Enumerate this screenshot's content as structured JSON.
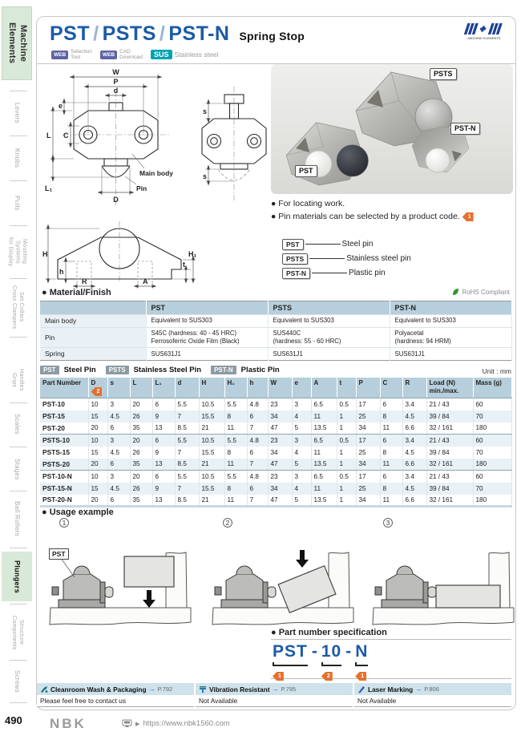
{
  "header": {
    "title_parts": [
      "PST",
      "PSTS",
      "PST-N"
    ],
    "separator": "/",
    "subtitle": "Spring Stop",
    "tools": [
      {
        "badge": "WEB",
        "label": "Selection\nTool"
      },
      {
        "badge": "WEB",
        "label": "CAD\nDownload"
      },
      {
        "badge": "SUS",
        "label": "Stainless steel"
      }
    ],
    "logo_caption": "MACHINE ELEMENTS"
  },
  "sidebar": {
    "items": [
      {
        "label": "Machine Elements"
      },
      {
        "label": "Levers"
      },
      {
        "label": "Knobs"
      },
      {
        "label": "Pulls"
      },
      {
        "label": "Mounting Systems\nfor Display"
      },
      {
        "label": "Set Collars\nCross Clampers"
      },
      {
        "label": "Handles\nGrips"
      },
      {
        "label": "Scales"
      },
      {
        "label": "Stages"
      },
      {
        "label": "Ball Rollers"
      },
      {
        "label": "Plungers"
      },
      {
        "label": "Structure\nComponents"
      },
      {
        "label": "Screws"
      }
    ]
  },
  "drawings": {
    "front": {
      "w": "W",
      "p": "P",
      "d": "d",
      "e": "e",
      "c": "C",
      "l": "L",
      "l1": "L₁",
      "big_d": "D",
      "main_body": "Main body",
      "pin": "Pin"
    },
    "side": {
      "s_top": "s",
      "s_bottom": "s"
    },
    "profile": {
      "h": "H",
      "h_small": "h",
      "t": "t",
      "h1": "H₁",
      "r": "R",
      "a": "A"
    }
  },
  "photos": {
    "labels": [
      "PSTS",
      "PST-N",
      "PST"
    ]
  },
  "notes": {
    "bullet1": "● For locating work.",
    "bullet2": "● Pin materials can be selected by a product code.",
    "marker": "1",
    "pin_types": [
      {
        "code": "PST",
        "label": "Steel pin"
      },
      {
        "code": "PSTS",
        "label": "Stainless steel pin"
      },
      {
        "code": "PST-N",
        "label": "Plastic pin"
      }
    ]
  },
  "material": {
    "title": "● Material/Finish",
    "rohs": "RoHS Compliant",
    "columns": [
      "PST",
      "PSTS",
      "PST-N"
    ],
    "rows": [
      {
        "label": "Main body",
        "cells": [
          "Equivalent to SUS303",
          "Equivalent to SUS303",
          "Equivalent to SUS303"
        ]
      },
      {
        "label": "Pin",
        "cells": [
          "S45C (hardness: 40 - 45 HRC)\nFerrosoferric Oxide Film (Black)",
          "SUS440C\n(hardness: 55 - 60 HRC)",
          "Polyacetal\n(hardness: 94 HRM)"
        ]
      },
      {
        "label": "Spring",
        "cells": [
          "SUS631J1",
          "SUS631J1",
          "SUS631J1"
        ]
      }
    ]
  },
  "legend": {
    "items": [
      {
        "code": "PST",
        "label": "Steel Pin"
      },
      {
        "code": "PSTS",
        "label": "Stainless Steel Pin"
      },
      {
        "code": "PST-N",
        "label": "Plastic Pin"
      }
    ],
    "unit": "Unit : mm"
  },
  "dim_table": {
    "columns": [
      {
        "key": "part",
        "label": "Part Number"
      },
      {
        "key": "d-cap",
        "label": "D",
        "marker": "2"
      },
      {
        "key": "s",
        "label": "s"
      },
      {
        "key": "l",
        "label": "L"
      },
      {
        "key": "l1",
        "label": "L₁"
      },
      {
        "key": "d",
        "label": "d"
      },
      {
        "key": "h-cap",
        "label": "H"
      },
      {
        "key": "h1",
        "label": "H₁"
      },
      {
        "key": "h",
        "label": "h"
      },
      {
        "key": "w",
        "label": "W"
      },
      {
        "key": "e",
        "label": "e"
      },
      {
        "key": "a",
        "label": "A"
      },
      {
        "key": "t",
        "label": "t"
      },
      {
        "key": "p",
        "label": "P"
      },
      {
        "key": "c",
        "label": "C"
      },
      {
        "key": "r",
        "label": "R"
      },
      {
        "key": "load",
        "label": "Load (N)",
        "line2": "min./max."
      },
      {
        "key": "mass",
        "label": "Mass (g)"
      }
    ],
    "rows": [
      {
        "part": "PST-10",
        "values": [
          "10",
          "3",
          "20",
          "6",
          "5.5",
          "10.5",
          "5.5",
          "4.8",
          "23",
          "3",
          "6.5",
          "0.5",
          "17",
          "6",
          "3.4",
          "21 /  43",
          "60"
        ],
        "group_end": false
      },
      {
        "part": "PST-15",
        "values": [
          "15",
          "4.5",
          "26",
          "9",
          "7",
          "15.5",
          "8",
          "6",
          "34",
          "4",
          "11",
          "1",
          "25",
          "8",
          "4.5",
          "39 /  84",
          "70"
        ],
        "group_end": false
      },
      {
        "part": "PST-20",
        "values": [
          "20",
          "6",
          "35",
          "13",
          "8.5",
          "21",
          "11",
          "7",
          "47",
          "5",
          "13.5",
          "1",
          "34",
          "11",
          "6.6",
          "32 / 161",
          "180"
        ],
        "group_end": true
      },
      {
        "part": "PSTS-10",
        "values": [
          "10",
          "3",
          "20",
          "6",
          "5.5",
          "10.5",
          "5.5",
          "4.8",
          "23",
          "3",
          "6.5",
          "0.5",
          "17",
          "6",
          "3.4",
          "21 /  43",
          "60"
        ],
        "group_end": false
      },
      {
        "part": "PSTS-15",
        "values": [
          "15",
          "4.5",
          "26",
          "9",
          "7",
          "15.5",
          "8",
          "6",
          "34",
          "4",
          "11",
          "1",
          "25",
          "8",
          "4.5",
          "39 /  84",
          "70"
        ],
        "group_end": false
      },
      {
        "part": "PSTS-20",
        "values": [
          "20",
          "6",
          "35",
          "13",
          "8.5",
          "21",
          "11",
          "7",
          "47",
          "5",
          "13.5",
          "1",
          "34",
          "11",
          "6.6",
          "32 / 161",
          "180"
        ],
        "group_end": true
      },
      {
        "part": "PST-10-N",
        "values": [
          "10",
          "3",
          "20",
          "6",
          "5.5",
          "10.5",
          "5.5",
          "4.8",
          "23",
          "3",
          "6.5",
          "0.5",
          "17",
          "6",
          "3.4",
          "21 /  43",
          "60"
        ],
        "group_end": false
      },
      {
        "part": "PST-15-N",
        "values": [
          "15",
          "4.5",
          "26",
          "9",
          "7",
          "15.5",
          "8",
          "6",
          "34",
          "4",
          "11",
          "1",
          "25",
          "8",
          "4.5",
          "39 /  84",
          "70"
        ],
        "group_end": false
      },
      {
        "part": "PST-20-N",
        "values": [
          "20",
          "6",
          "35",
          "13",
          "8.5",
          "21",
          "11",
          "7",
          "47",
          "5",
          "13.5",
          "1",
          "34",
          "11",
          "6.6",
          "32 / 161",
          "180"
        ],
        "group_end": false
      }
    ]
  },
  "usage": {
    "title": "● Usage example",
    "steps": [
      "1",
      "2",
      "3"
    ],
    "device_label": "PST"
  },
  "spec": {
    "title": "● Part number specification",
    "hyphen": "-",
    "segments": [
      {
        "text": "PST",
        "marker": "1"
      },
      {
        "text": "10",
        "marker": "2"
      },
      {
        "text": "N",
        "marker": "1"
      }
    ]
  },
  "options": {
    "arrow": "→",
    "cols": [
      {
        "title": "Cleanroom Wash & Packaging",
        "page": "P.792",
        "status": "Please feel free to contact us"
      },
      {
        "title": "Vibration Resistant",
        "page": "P.795",
        "status": "Not Available"
      },
      {
        "title": "Laser Marking",
        "page": "P.806",
        "status": "Not Available"
      }
    ]
  },
  "footer": {
    "page_number": "490",
    "brand": "NBK",
    "url_prefix": "▶",
    "url": "https://www.nbk1560.com"
  }
}
